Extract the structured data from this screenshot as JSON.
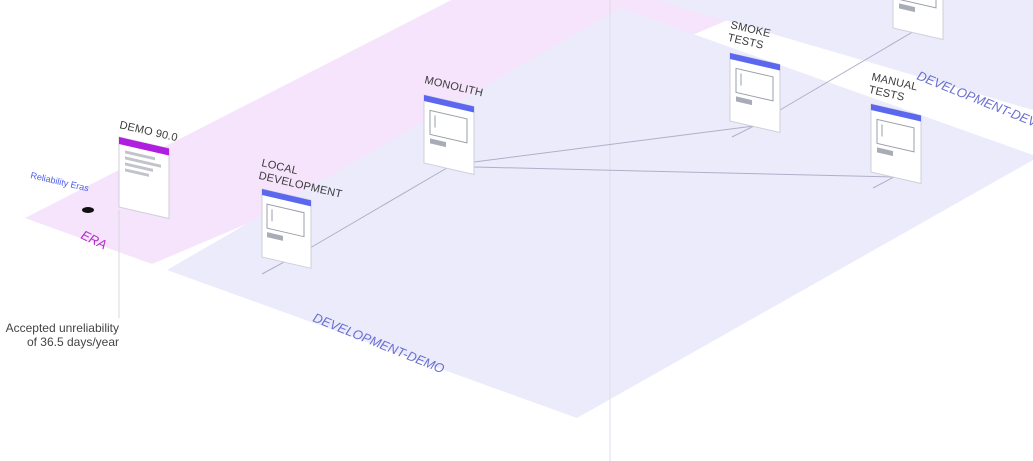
{
  "planes": {
    "era_label": "ERA",
    "demo_label": "DEVELOPMENT-DEMO",
    "upper_label": "DEVELOPMENT-DEV"
  },
  "era_marker": {
    "label": "Reliability Eras"
  },
  "note": {
    "line1": "Accepted unreliability",
    "line2": "of 36.5 days/year"
  },
  "nodes": {
    "demo": {
      "line1": "DEMO 90.0",
      "line2": "",
      "header_color": "#b01fe0"
    },
    "local": {
      "line1": "LOCAL",
      "line2": "DEVELOPMENT",
      "header_color": "#5b67ef"
    },
    "monolith": {
      "line1": "MONOLITH",
      "line2": "",
      "header_color": "#5b67ef"
    },
    "smoke": {
      "line1": "SMOKE",
      "line2": "TESTS",
      "header_color": "#5b67ef"
    },
    "manual": {
      "line1": "MANUAL",
      "line2": "TESTS",
      "header_color": "#5b67ef"
    }
  },
  "colors": {
    "era_plane": "#f5e4fb",
    "demo_plane": "#ebebfc",
    "connector": "#aeb0c8"
  }
}
